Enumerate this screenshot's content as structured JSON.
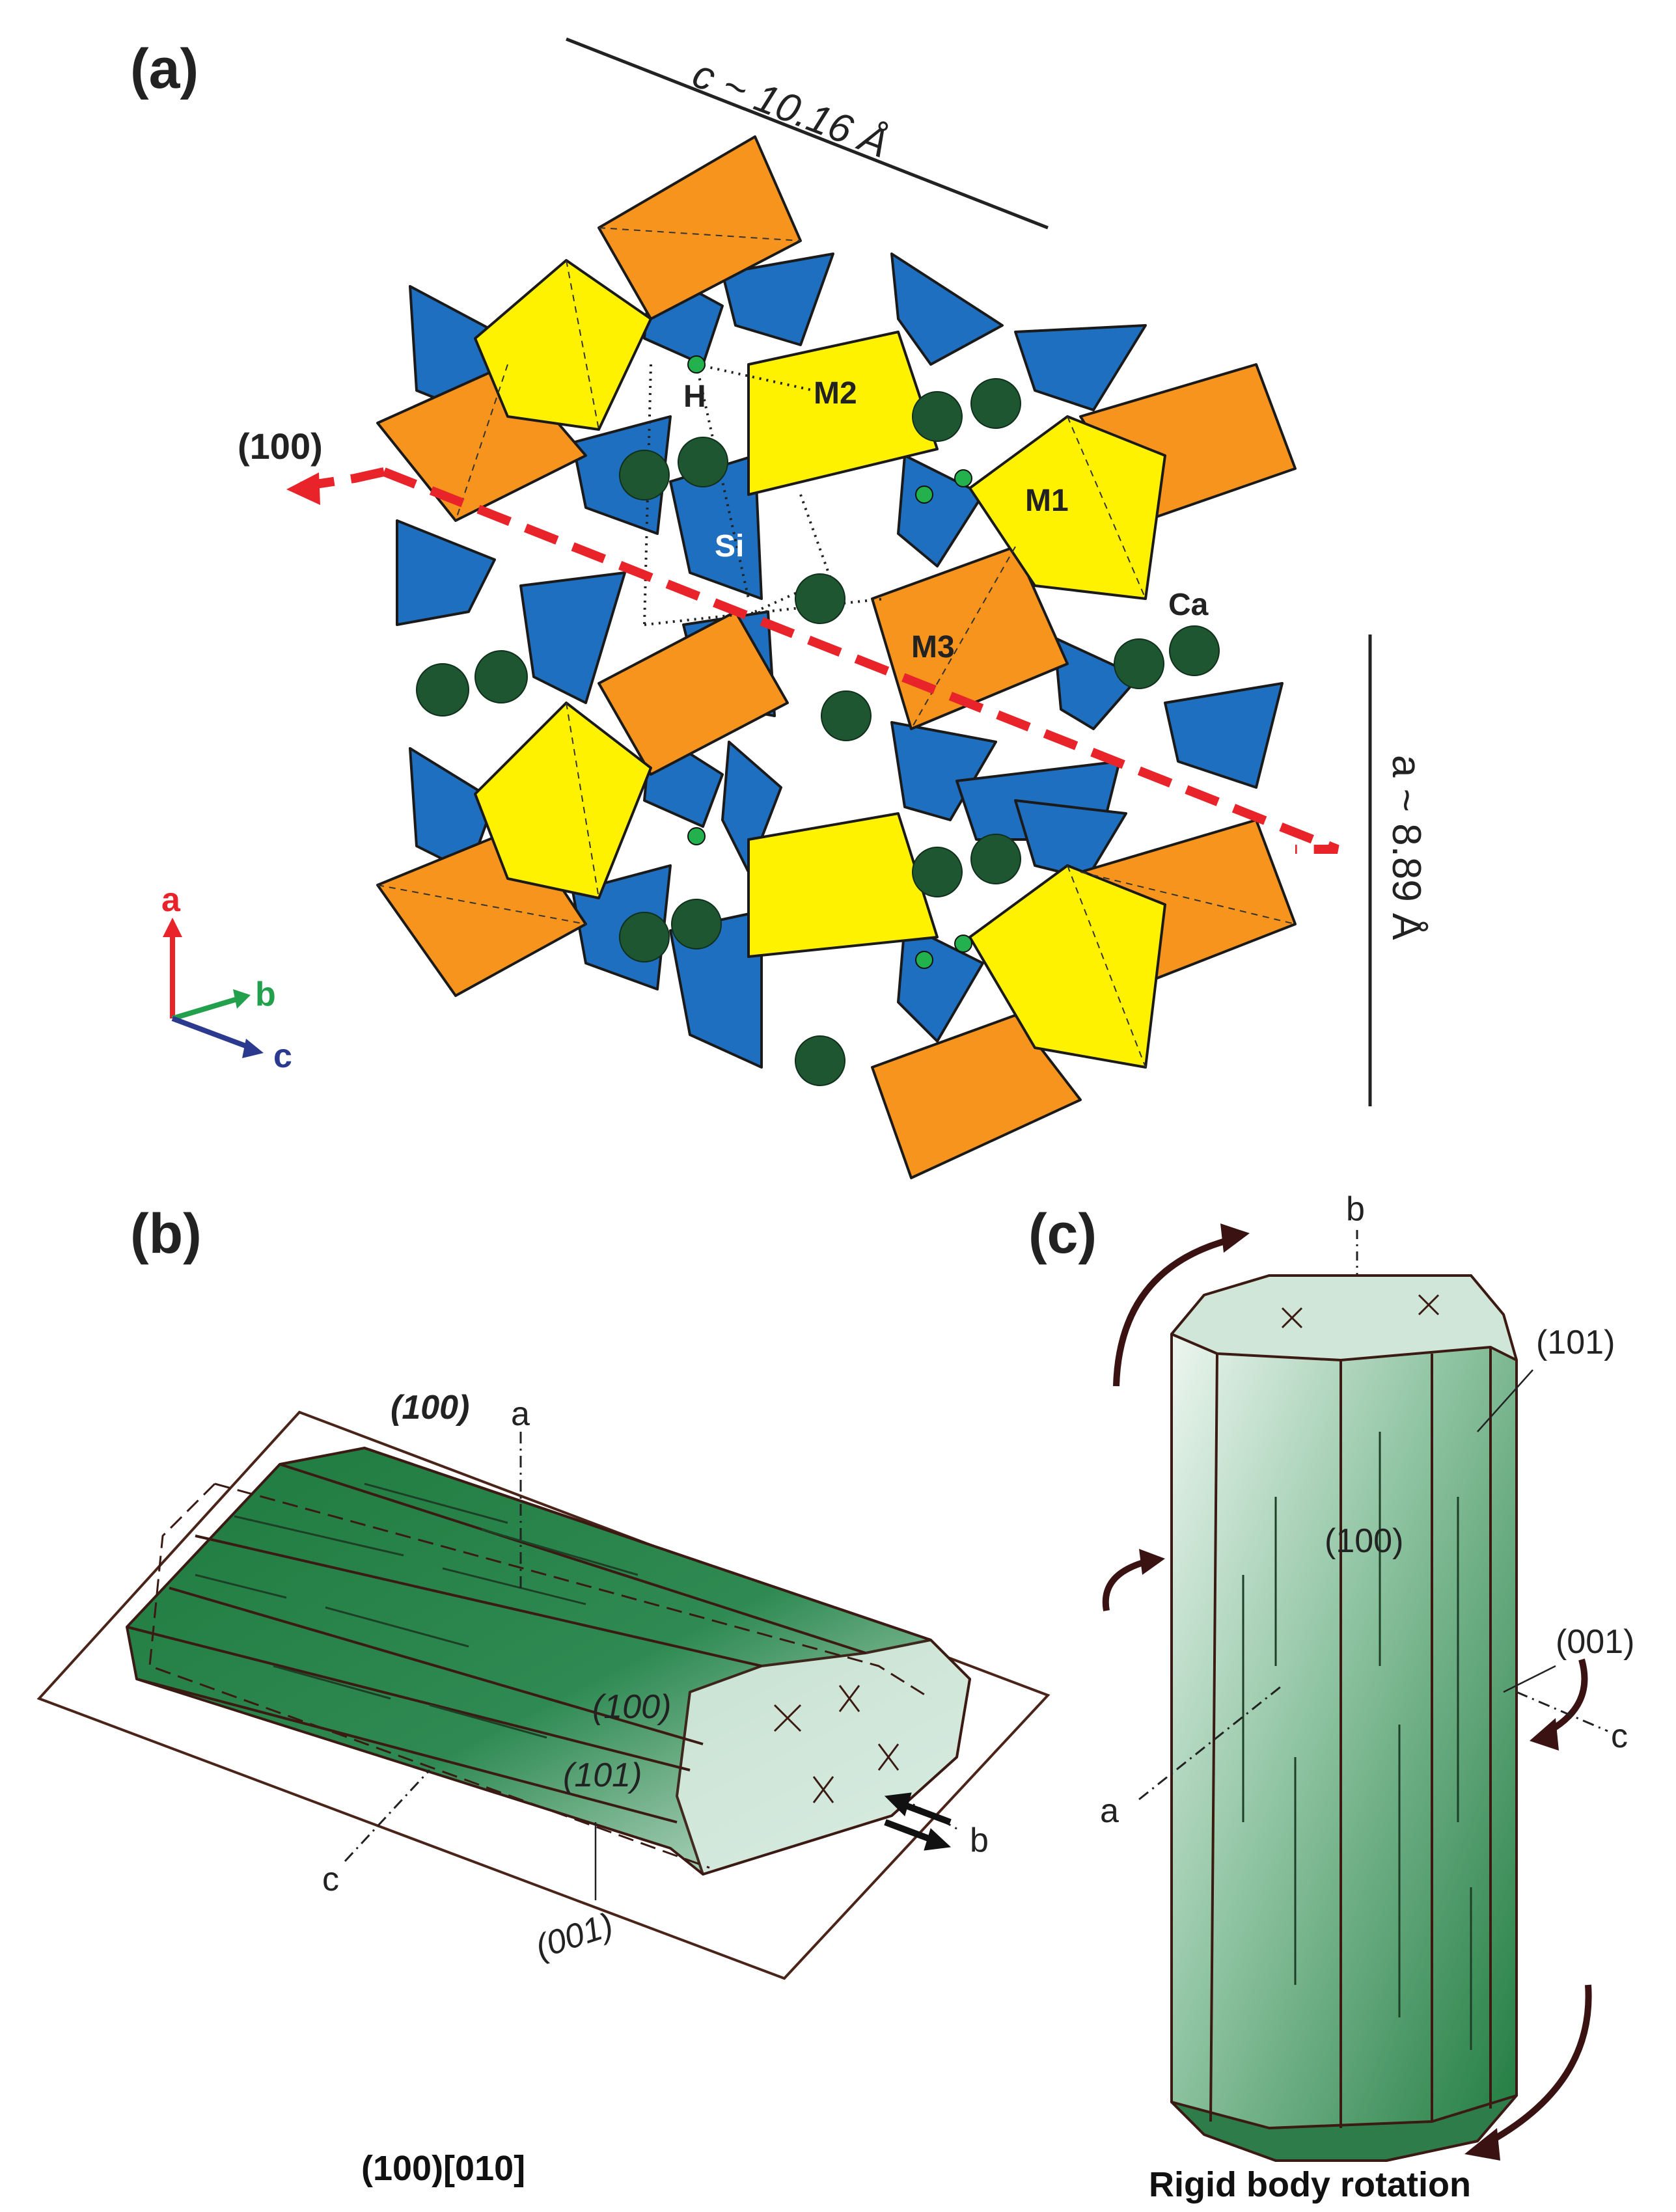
{
  "panels": {
    "a": {
      "label": "(a)",
      "c_axis": "c ~ 10.16 Å",
      "a_axis": "a ~ 8.89 Å",
      "plane": "(100)",
      "sites": {
        "H": "H",
        "M2": "M2",
        "M1": "M1",
        "M3": "M3",
        "Si": "Si",
        "Ca": "Ca"
      },
      "triad": {
        "a": "a",
        "b": "b",
        "c": "c"
      },
      "colors": {
        "tetrahedra": "#1F6FC0",
        "octa_yellow": "#FFF200",
        "octa_orange": "#F7941D",
        "ca": "#1E5631",
        "h": "#22B14C",
        "plane": "#E8232A"
      }
    },
    "b": {
      "label": "(b)",
      "plane_top": "(100)",
      "axis_a": "a",
      "axis_b": "b",
      "axis_c": "c",
      "face_100": "(100)",
      "face_101": "(101)",
      "face_001": "(001)",
      "caption": "(100)[010]"
    },
    "c": {
      "label": "(c)",
      "axis_b": "b",
      "axis_a": "a",
      "axis_c": "c",
      "face_101": "(101)",
      "face_100": "(100)",
      "face_001": "(001)",
      "caption": "Rigid body rotation"
    }
  }
}
